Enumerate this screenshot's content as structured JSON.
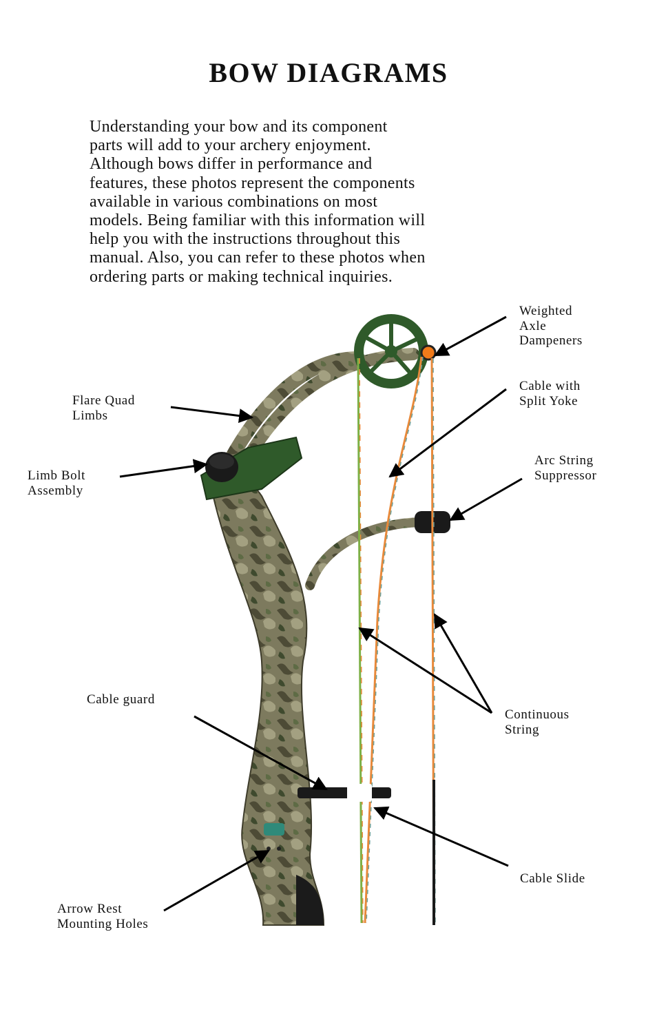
{
  "title": "BOW DIAGRAMS",
  "intro_lines": [
    "Understanding your bow and its component",
    "parts will add to your archery enjoyment.",
    "Although bows differ in performance and",
    "features, these photos represent the components",
    "available in various combinations on most",
    "models. Being familiar with this information will",
    "help you with the instructions throughout this",
    "manual. Also, you can refer to these photos when",
    "ordering parts or making technical inquiries."
  ],
  "labels": {
    "weighted_axle_dampeners": [
      "Weighted",
      "Axle",
      "Dampeners"
    ],
    "cable_with_split_yoke": [
      "Cable with",
      "Split Yoke"
    ],
    "arc_string_suppressor": [
      "Arc String",
      "Suppressor"
    ],
    "flare_quad_limbs": [
      "Flare Quad",
      "Limbs"
    ],
    "limb_bolt_assembly": [
      "Limb Bolt",
      "Assembly"
    ],
    "cable_guard": [
      "Cable guard"
    ],
    "continuous_string": [
      "Continuous",
      "String"
    ],
    "cable_slide": [
      "Cable Slide"
    ],
    "arrow_rest_mounting_holes": [
      "Arrow Rest",
      "Mounting Holes"
    ]
  },
  "colors": {
    "cam_green": "#2f5a2a",
    "riser_camo": "#7d7a5e",
    "string_orange": "#e8893a",
    "string_green": "#7db046",
    "axle_orange": "#f07a1a"
  }
}
